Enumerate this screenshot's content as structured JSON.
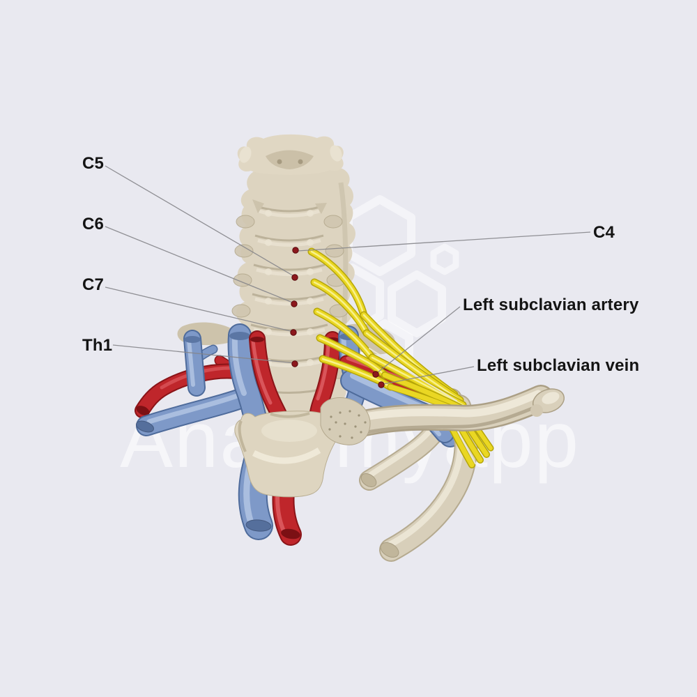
{
  "scene": {
    "background_color": "#e9e9f0",
    "watermark": {
      "brand": "Anatomyapp",
      "logo_name": "anatomyapp-hexagon-logo",
      "color_hex": "#ffffff"
    }
  },
  "labels": [
    {
      "text": "C5"
    },
    {
      "text": "C6"
    },
    {
      "text": "C7"
    },
    {
      "text": "Th1"
    },
    {
      "text": "C4"
    },
    {
      "text": "Left subclavian artery"
    },
    {
      "text": "Left subclavian vein"
    }
  ],
  "style": {
    "label_color": "#141414",
    "leader_line_color": "#85858a",
    "marker_dot_color": "#8c181d",
    "bone_color": "#d9d0bb",
    "nerve_yellow": "#ead723",
    "artery_red": "#bf262b",
    "vein_blue": "#7e99c8"
  }
}
